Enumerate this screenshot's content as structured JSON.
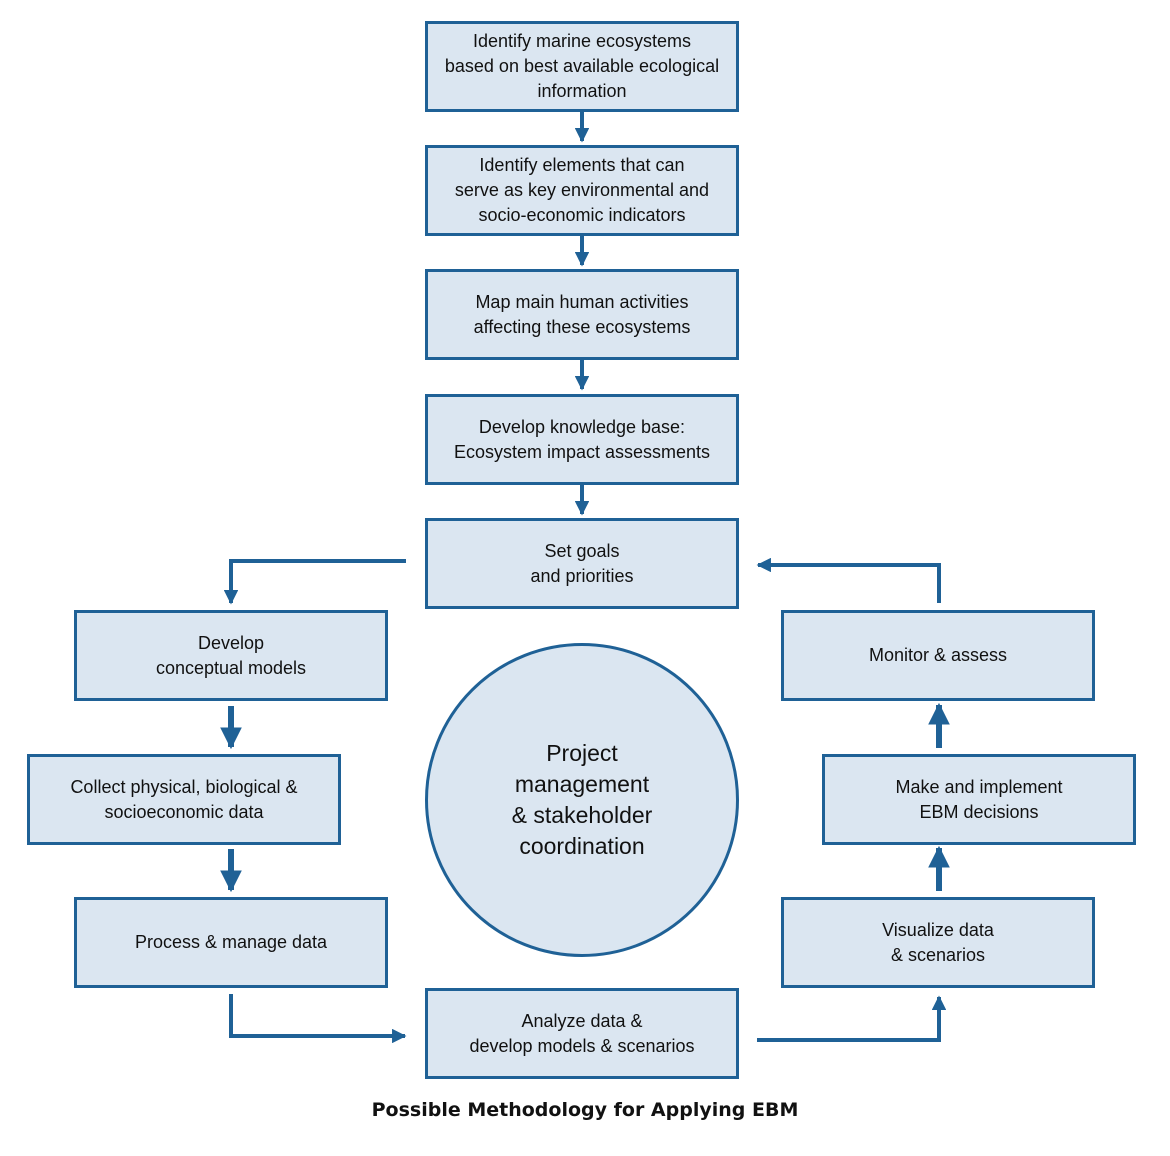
{
  "steps": {
    "identify_ecosystems": "Identify marine ecosystems\nbased on best available ecological\ninformation",
    "identify_indicators": "Identify elements that can\nserve as key environmental and\nsocio-economic indicators",
    "map_activities": "Map main human activities\naffecting these ecosystems",
    "knowledge_base": "Develop knowledge base:\nEcosystem impact assessments",
    "set_goals": "Set goals\nand priorities",
    "conceptual_models": "Develop\nconceptual models",
    "collect_data": "Collect physical, biological &\nsocioeconomic data",
    "process_data": "Process & manage data",
    "analyze_data": "Analyze data &\ndevelop models & scenarios",
    "visualize_data": "Visualize data\n& scenarios",
    "make_decisions": "Make and implement\nEBM decisions",
    "monitor_assess": "Monitor & assess"
  },
  "center": "Project\nmanagement\n& stakeholder\ncoordination",
  "caption": "Possible Methodology for Applying EBM",
  "colors": {
    "box_fill": "#dbe6f1",
    "stroke": "#1f6196",
    "arrow": "#1f6196"
  }
}
